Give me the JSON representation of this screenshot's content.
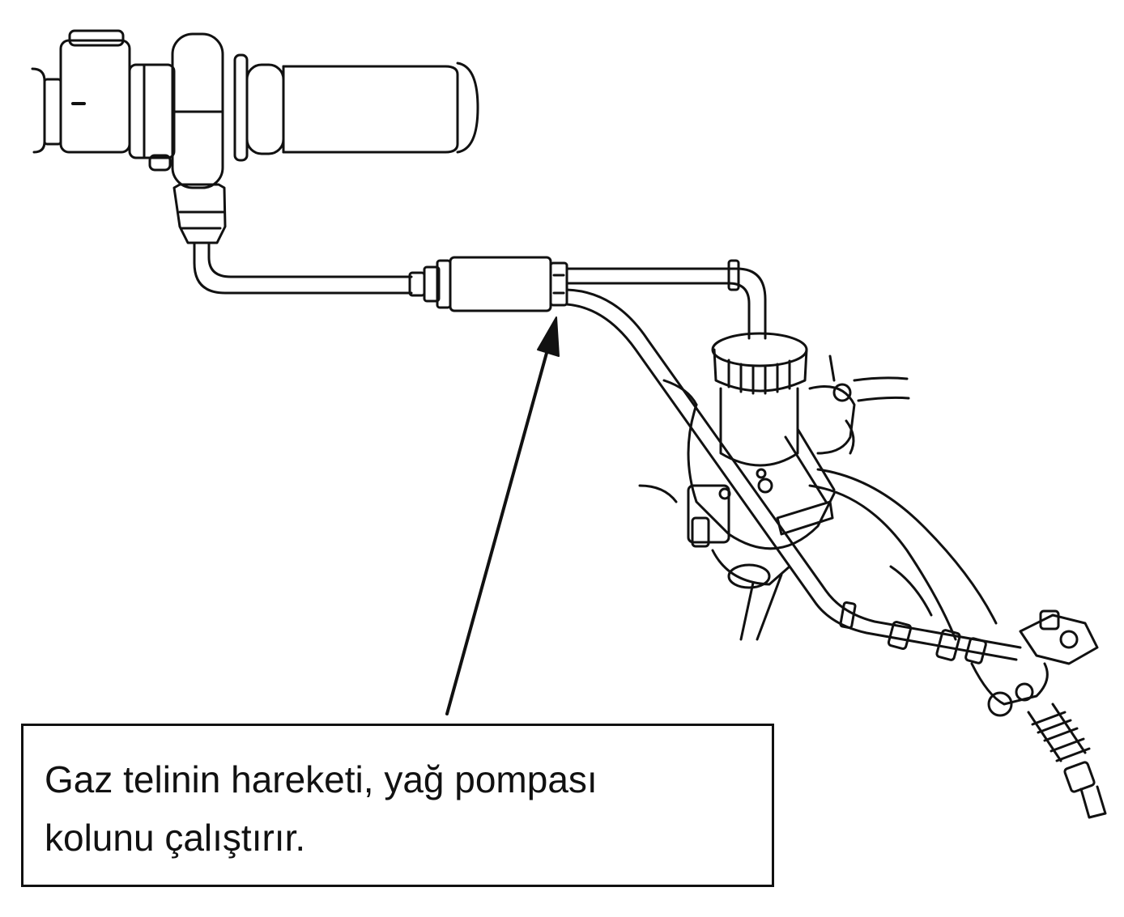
{
  "callout": {
    "line1": "Gaz telinin hareketi, yağ pompası",
    "line2": "kolunu çalıştırır."
  },
  "parts": {
    "handlebar": "throttle-grip-assembly",
    "cable": "throttle-cable",
    "splitter": "cable-junction-box",
    "carburetor": "carburetor",
    "oil_pump": "oil-pump-lever"
  }
}
